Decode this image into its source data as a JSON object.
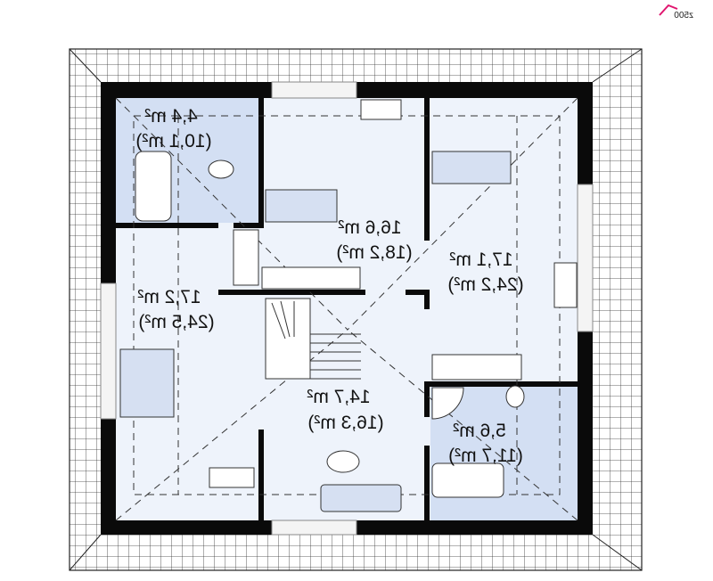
{
  "logo": {
    "text": "z500"
  },
  "colors": {
    "wall": "#0a0a0a",
    "floor": "#eef3fb",
    "wet_room": "#d3dff3",
    "furniture": "#d6e0f2",
    "logo_accent": "#e0156f"
  },
  "rooms": [
    {
      "id": "bathroom-top-left",
      "area": "4,4 m²",
      "area_total": "(10,1 m²)"
    },
    {
      "id": "bedroom-left",
      "area": "17,2 m²",
      "area_total": "(24,5 m²)"
    },
    {
      "id": "bedroom-center",
      "area": "16,6 m²",
      "area_total": "(18,2 m²)"
    },
    {
      "id": "bedroom-right",
      "area": "17,1 m²",
      "area_total": "(24,2 m²)"
    },
    {
      "id": "hall",
      "area": "14,7 m²",
      "area_total": "(16,3 m²)"
    },
    {
      "id": "bathroom-bottom-right",
      "area": "5,6 m²",
      "area_total": "(11,7 m²)"
    }
  ]
}
